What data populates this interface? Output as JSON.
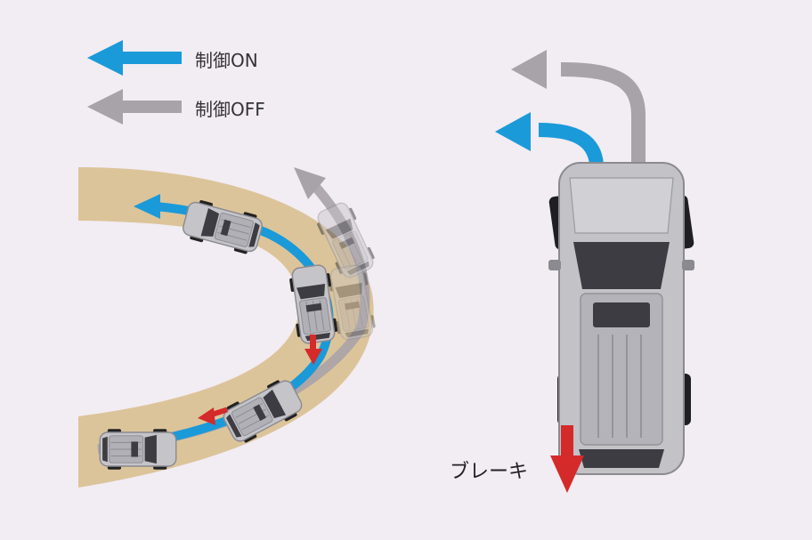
{
  "legend": {
    "on_label": "制御ON",
    "off_label": "制御OFF",
    "on_color": "#1a9ad9",
    "off_color": "#a8a3a8"
  },
  "brake_label": "ブレーキ",
  "colors": {
    "background": "#f2ecf3",
    "road": "#dcc49a",
    "brake_arrow": "#d42a2a",
    "car_body": "#bfbfc4",
    "car_glass": "#3c3c42"
  }
}
